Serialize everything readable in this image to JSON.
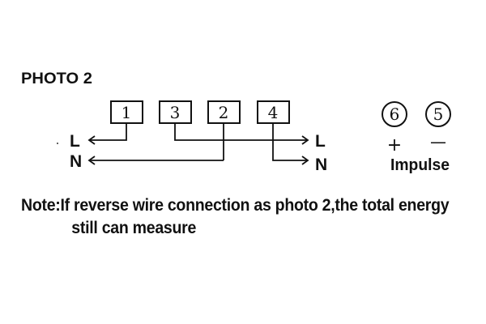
{
  "title": "PHOTO 2",
  "terminals": [
    "1",
    "3",
    "2",
    "4"
  ],
  "left_labels": {
    "live": "L",
    "neutral": "N"
  },
  "right_labels": {
    "live": "L",
    "neutral": "N"
  },
  "impulse": {
    "plus_terminal": "6",
    "minus_terminal": "5",
    "plus_sign": "+",
    "minus_sign": "—",
    "label": "Impulse"
  },
  "note": {
    "line1": "Note:If reverse wire connection as photo 2,the total energy",
    "line2": "still can measure"
  }
}
